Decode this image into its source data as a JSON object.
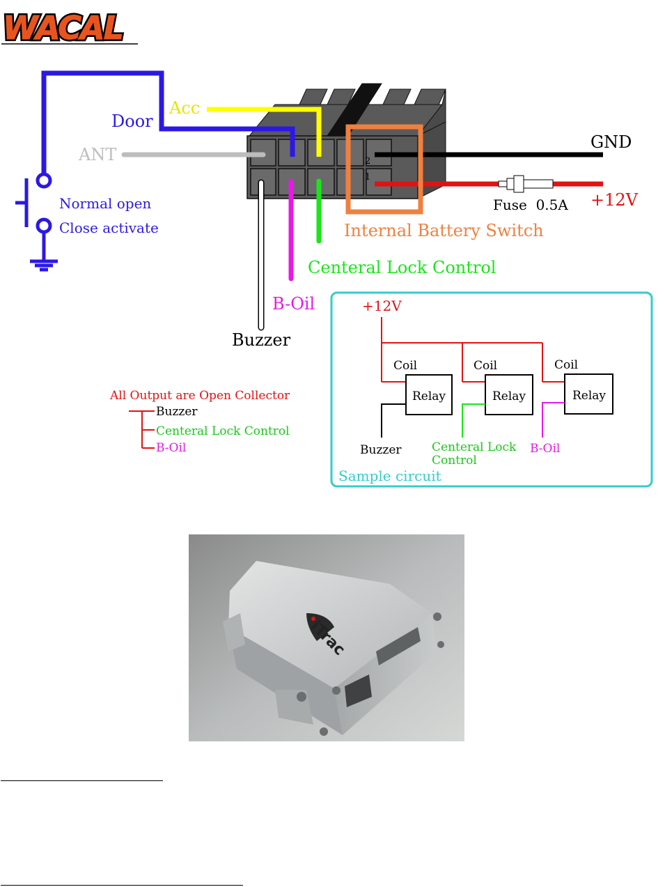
{
  "brand": {
    "logo": "WACAL",
    "color": "#e8541e"
  },
  "colors": {
    "door": "#2b18e6",
    "acc": "#ffff00",
    "ant": "#bdbdbd",
    "gnd": "#000000",
    "power": "#e31212",
    "orange": "#f08040",
    "green": "#19e619",
    "magenta": "#e619e6",
    "buzzer_wire": "#ffffff",
    "cyan": "#33cccc",
    "connector": "#5a5a5a"
  },
  "wiring": {
    "door": "Door",
    "acc": "Acc",
    "ant": "ANT",
    "gnd": "GND",
    "plus12v": "+12V",
    "fuse": "Fuse  0.5A",
    "pin2": "2",
    "pin1": "1",
    "normal_open": "Normal open",
    "close_activate": "Close activate",
    "internal_battery_switch": "Internal Battery Switch",
    "central_lock": "Centeral Lock Control",
    "boil": "B-Oil",
    "buzzer": "Buzzer"
  },
  "outputs_note": {
    "title": "All Output are Open Collector",
    "items": [
      "Buzzer",
      "Centeral Lock Control",
      "B-Oil"
    ]
  },
  "sample_circuit": {
    "label": "Sample circuit",
    "power": "+12V",
    "coil": "Coil",
    "relay": "Relay",
    "buzzer": "Buzzer",
    "central_lock_line1": "Centeral Lock",
    "central_lock_line2": "Control",
    "boil": "B-Oil"
  },
  "photo": {
    "device_logo": "iTrac"
  }
}
